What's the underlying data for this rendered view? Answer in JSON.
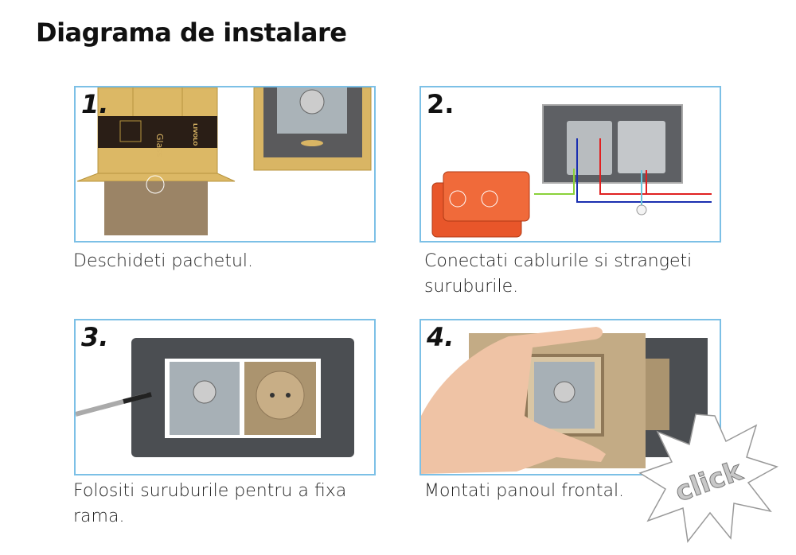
{
  "title": "Diagrama de instalare",
  "steps": [
    {
      "number": "1.",
      "caption": "Deschideti pachetul."
    },
    {
      "number": "2.",
      "caption": "Conectati cablurile si strangeti suruburile."
    },
    {
      "number": "3.",
      "caption": "Folositi suruburile pentru a fixa rama."
    },
    {
      "number": "4.",
      "caption": "Montati panoul frontal."
    }
  ],
  "packaging": {
    "label": "Glass",
    "brand": "LIVOLO"
  },
  "badge": "click",
  "colors": {
    "frame_border": "#7cc0e6",
    "box_orange": "#e8562a",
    "gold": "#d9b564",
    "panel_gold": "#a08a6c",
    "wire_red": "#e02020",
    "wire_blue": "#1a2fb0",
    "wire_green": "#8ad13a"
  }
}
